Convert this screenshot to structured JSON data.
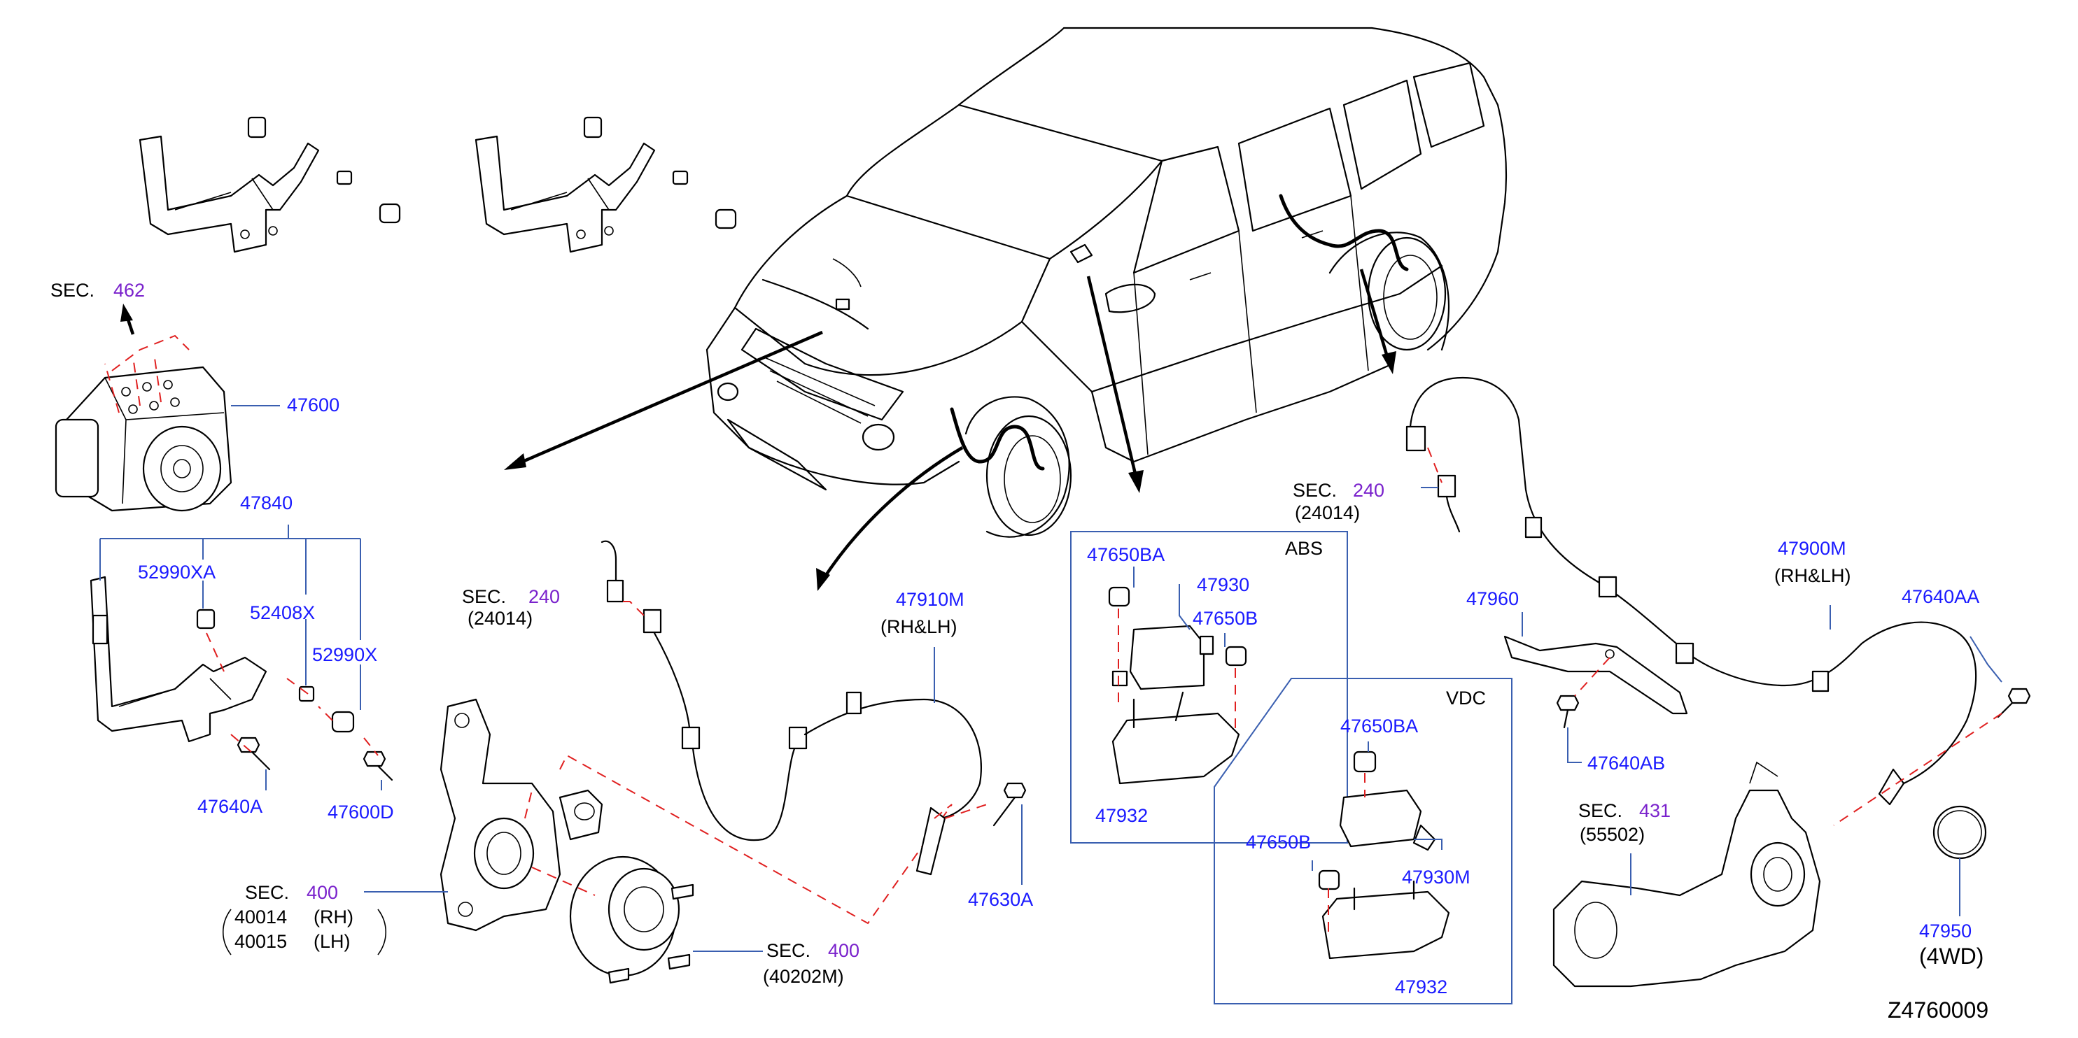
{
  "diagram": {
    "colors": {
      "part_number": "#1a1aff",
      "section_ref": "#7a22cc",
      "callout_box": "#3a5fb0",
      "dashed_guide": "#e02020"
    },
    "sections": {
      "sec462": {
        "prefix": "SEC.",
        "number": "462"
      },
      "sec240a": {
        "prefix": "SEC.",
        "number": "240",
        "sub": "(24014)"
      },
      "sec240b": {
        "prefix": "SEC.",
        "number": "240",
        "sub": "(24014)"
      },
      "sec400a": {
        "prefix": "SEC.",
        "number": "400",
        "sub1_code": "40014",
        "sub1_side": "(RH)",
        "sub2_code": "40015",
        "sub2_side": "(LH)"
      },
      "sec400b": {
        "prefix": "SEC.",
        "number": "400",
        "sub": "(40202M)"
      },
      "sec431": {
        "prefix": "SEC.",
        "number": "431",
        "sub": "(55502)"
      }
    },
    "parts": {
      "p47600": "47600",
      "p47840": "47840",
      "p52990XA": "52990XA",
      "p52408X": "52408X",
      "p52990X": "52990X",
      "p47640A": "47640A",
      "p47600D": "47600D",
      "p47910M": "47910M",
      "p47910M_note": "(RH&LH)",
      "p47630A": "47630A",
      "p47650BA_abs": "47650BA",
      "p47930": "47930",
      "p47650B_abs": "47650B",
      "p47932_abs": "47932",
      "p47650BA_vdc": "47650BA",
      "p47930M": "47930M",
      "p47650B_vdc": "47650B",
      "p47932_vdc": "47932",
      "p47900M": "47900M",
      "p47900M_note": "(RH&LH)",
      "p47640AA": "47640AA",
      "p47960": "47960",
      "p47640AB": "47640AB",
      "p47950": "47950",
      "p47950_note": "(4WD)"
    },
    "boxes": {
      "abs": "ABS",
      "vdc": "VDC"
    },
    "diagram_code": "Z4760009"
  }
}
